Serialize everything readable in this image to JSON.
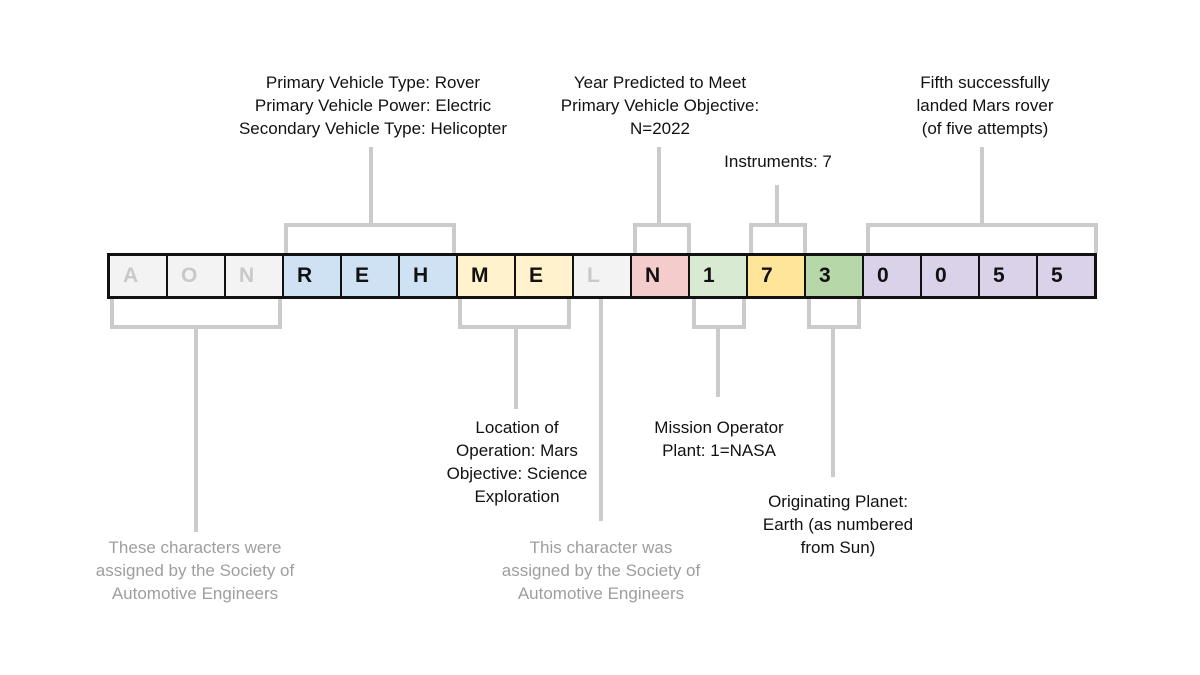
{
  "vin": {
    "code": "AONREHMELN1730055",
    "cells": [
      {
        "char": "A",
        "bg": "#f3f3f3",
        "fg": "#c9c9c9",
        "group": "sae"
      },
      {
        "char": "O",
        "bg": "#f3f3f3",
        "fg": "#c9c9c9",
        "group": "sae"
      },
      {
        "char": "N",
        "bg": "#f3f3f3",
        "fg": "#c9c9c9",
        "group": "sae"
      },
      {
        "char": "R",
        "bg": "#cfe2f3",
        "fg": "#111111",
        "group": "vehicle"
      },
      {
        "char": "E",
        "bg": "#cfe2f3",
        "fg": "#111111",
        "group": "vehicle"
      },
      {
        "char": "H",
        "bg": "#cfe2f3",
        "fg": "#111111",
        "group": "vehicle"
      },
      {
        "char": "M",
        "bg": "#fff2cc",
        "fg": "#111111",
        "group": "location"
      },
      {
        "char": "E",
        "bg": "#fff2cc",
        "fg": "#111111",
        "group": "location"
      },
      {
        "char": "L",
        "bg": "#f3f3f3",
        "fg": "#c9c9c9",
        "group": "sae"
      },
      {
        "char": "N",
        "bg": "#f4cccc",
        "fg": "#111111",
        "group": "year"
      },
      {
        "char": "1",
        "bg": "#d9ead3",
        "fg": "#111111",
        "group": "operator"
      },
      {
        "char": "7",
        "bg": "#ffe599",
        "fg": "#111111",
        "group": "instruments"
      },
      {
        "char": "3",
        "bg": "#b6d7a8",
        "fg": "#111111",
        "group": "planet"
      },
      {
        "char": "0",
        "bg": "#d9d2e9",
        "fg": "#111111",
        "group": "serial"
      },
      {
        "char": "0",
        "bg": "#d9d2e9",
        "fg": "#111111",
        "group": "serial"
      },
      {
        "char": "5",
        "bg": "#d9d2e9",
        "fg": "#111111",
        "group": "serial"
      },
      {
        "char": "5",
        "bg": "#d9d2e9",
        "fg": "#111111",
        "group": "serial"
      }
    ]
  },
  "annotations": {
    "vehicle": {
      "lines": [
        "Primary Vehicle Type: Rover",
        "Primary Vehicle Power: Electric",
        "Secondary Vehicle Type: Helicopter"
      ]
    },
    "year": {
      "lines": [
        "Year Predicted to Meet",
        "Primary Vehicle Objective:",
        "N=2022"
      ]
    },
    "instruments": {
      "lines": [
        "Instruments: 7"
      ]
    },
    "fifth_rover": {
      "lines": [
        "Fifth successfully",
        "landed Mars rover",
        "(of five attempts)"
      ]
    },
    "location": {
      "lines": [
        "Location of",
        "Operation: Mars",
        "Objective: Science",
        "Exploration"
      ]
    },
    "mission_operator": {
      "lines": [
        "Mission Operator",
        "Plant: 1=NASA"
      ]
    },
    "originating_planet": {
      "lines": [
        "Originating Planet:",
        "Earth (as numbered",
        "from Sun)"
      ]
    },
    "sae_multiple": {
      "lines": [
        "These characters were",
        "assigned by the Society of",
        "Automotive Engineers"
      ]
    },
    "sae_single": {
      "lines": [
        "This character was",
        "assigned by the Society of",
        "Automotive Engineers"
      ]
    }
  },
  "colors": {
    "connector": "#cbcbcb",
    "muted_text": "#9e9e9e",
    "cell_border": "#111111",
    "sae_bg": "#f3f3f3",
    "sae_text": "#c9c9c9",
    "vehicle_blue": "#cfe2f3",
    "location_pale_yellow": "#fff2cc",
    "year_red": "#f4cccc",
    "operator_pale_green": "#d9ead3",
    "instruments_yellow": "#ffe599",
    "planet_green": "#b6d7a8",
    "serial_purple": "#d9d2e9"
  }
}
